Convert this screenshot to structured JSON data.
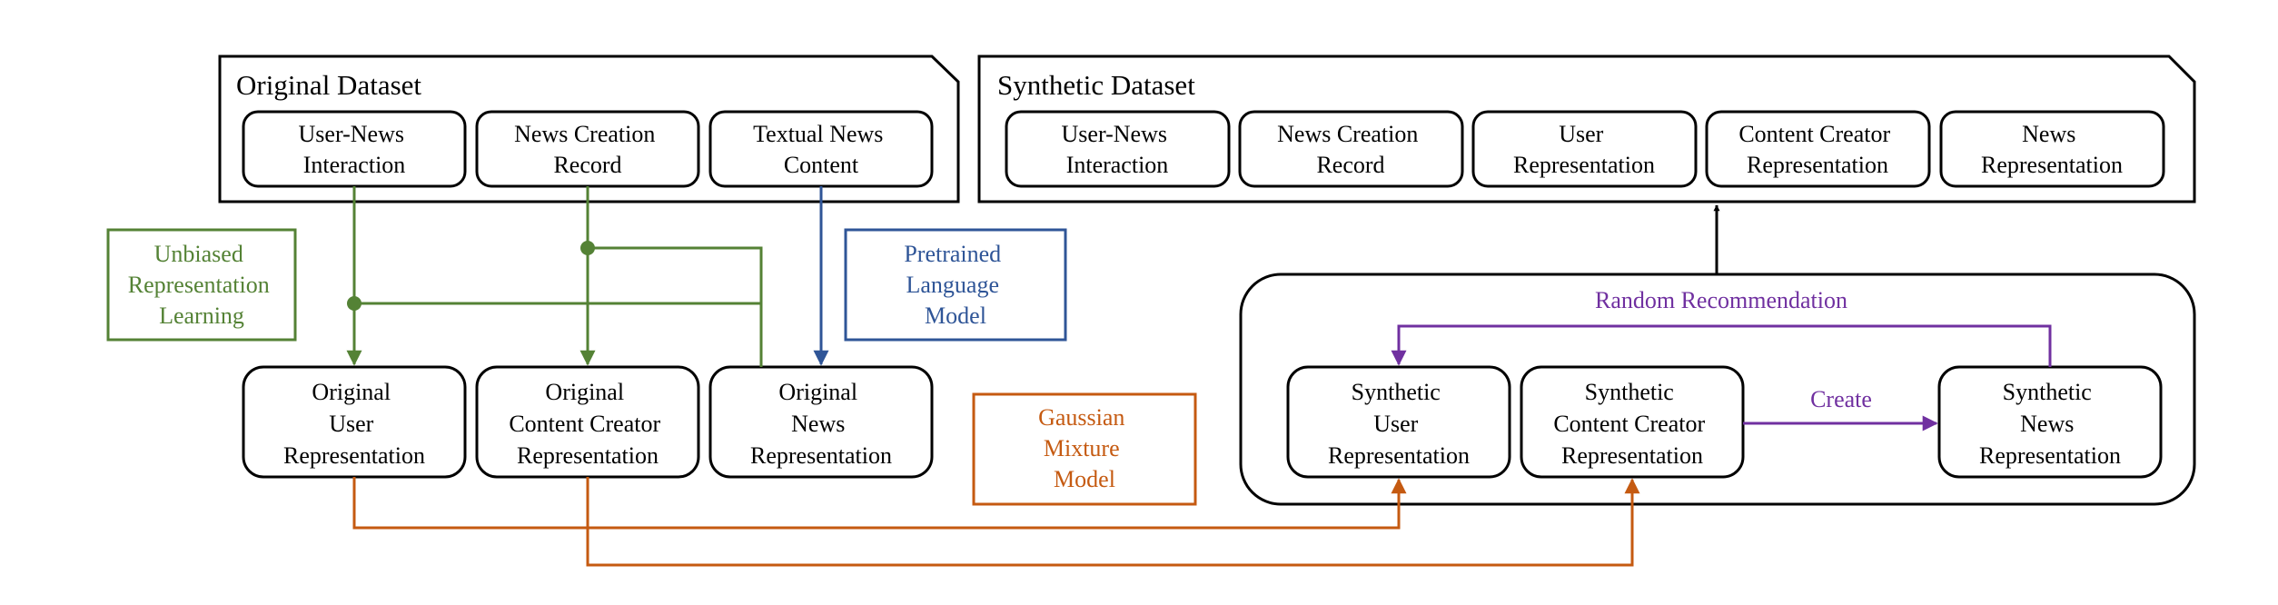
{
  "colors": {
    "black": "#000000",
    "green": "#548235",
    "blue": "#2F5597",
    "orange": "#C55A11",
    "purple": "#7030A0"
  },
  "original_dataset": {
    "title": "Original Dataset",
    "items": [
      [
        "User-News",
        "Interaction"
      ],
      [
        "News Creation",
        "Record"
      ],
      [
        "Textual News",
        "Content"
      ]
    ]
  },
  "synthetic_dataset": {
    "title": "Synthetic Dataset",
    "items": [
      [
        "User-News",
        "Interaction"
      ],
      [
        "News Creation",
        "Record"
      ],
      [
        "User",
        "Representation"
      ],
      [
        "Content Creator",
        "Representation"
      ],
      [
        "News",
        "Representation"
      ]
    ]
  },
  "original_representations": [
    [
      "Original",
      "User",
      "Representation"
    ],
    [
      "Original",
      "Content Creator",
      "Representation"
    ],
    [
      "Original",
      "News",
      "Representation"
    ]
  ],
  "synthetic_representations": [
    [
      "Synthetic",
      "User",
      "Representation"
    ],
    [
      "Synthetic",
      "Content Creator",
      "Representation"
    ],
    [
      "Synthetic",
      "News",
      "Representation"
    ]
  ],
  "methods": {
    "unbiased": [
      "Unbiased",
      "Representation",
      "Learning"
    ],
    "language_model": [
      "Pretrained",
      "Language",
      "Model"
    ],
    "gmm": [
      "Gaussian",
      "Mixture",
      "Model"
    ]
  },
  "edge_labels": {
    "random_recommendation": "Random Recommendation",
    "create": "Create"
  }
}
